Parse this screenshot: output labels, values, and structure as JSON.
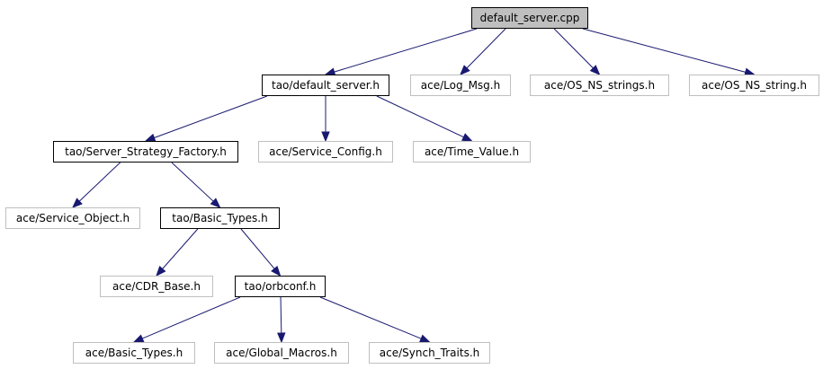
{
  "graph": {
    "nodes": {
      "default_server_cpp": {
        "label": "default_server.cpp",
        "kind": "root"
      },
      "tao_default_server_h": {
        "label": "tao/default_server.h",
        "kind": "doc"
      },
      "ace_log_msg_h": {
        "label": "ace/Log_Msg.h",
        "kind": "ext"
      },
      "ace_os_ns_strings_h": {
        "label": "ace/OS_NS_strings.h",
        "kind": "ext"
      },
      "ace_os_ns_string_h": {
        "label": "ace/OS_NS_string.h",
        "kind": "ext"
      },
      "tao_server_strategy_factory_h": {
        "label": "tao/Server_Strategy_Factory.h",
        "kind": "doc"
      },
      "ace_service_config_h": {
        "label": "ace/Service_Config.h",
        "kind": "ext"
      },
      "ace_time_value_h": {
        "label": "ace/Time_Value.h",
        "kind": "ext"
      },
      "ace_service_object_h": {
        "label": "ace/Service_Object.h",
        "kind": "ext"
      },
      "tao_basic_types_h": {
        "label": "tao/Basic_Types.h",
        "kind": "doc"
      },
      "ace_cdr_base_h": {
        "label": "ace/CDR_Base.h",
        "kind": "ext"
      },
      "tao_orbconf_h": {
        "label": "tao/orbconf.h",
        "kind": "doc"
      },
      "ace_basic_types_h": {
        "label": "ace/Basic_Types.h",
        "kind": "ext"
      },
      "ace_global_macros_h": {
        "label": "ace/Global_Macros.h",
        "kind": "ext"
      },
      "ace_synch_traits_h": {
        "label": "ace/Synch_Traits.h",
        "kind": "ext"
      }
    },
    "edges": [
      [
        "default_server_cpp",
        "tao_default_server_h"
      ],
      [
        "default_server_cpp",
        "ace_log_msg_h"
      ],
      [
        "default_server_cpp",
        "ace_os_ns_strings_h"
      ],
      [
        "default_server_cpp",
        "ace_os_ns_string_h"
      ],
      [
        "tao_default_server_h",
        "tao_server_strategy_factory_h"
      ],
      [
        "tao_default_server_h",
        "ace_service_config_h"
      ],
      [
        "tao_default_server_h",
        "ace_time_value_h"
      ],
      [
        "tao_server_strategy_factory_h",
        "ace_service_object_h"
      ],
      [
        "tao_server_strategy_factory_h",
        "tao_basic_types_h"
      ],
      [
        "tao_basic_types_h",
        "ace_cdr_base_h"
      ],
      [
        "tao_basic_types_h",
        "tao_orbconf_h"
      ],
      [
        "tao_orbconf_h",
        "ace_basic_types_h"
      ],
      [
        "tao_orbconf_h",
        "ace_global_macros_h"
      ],
      [
        "tao_orbconf_h",
        "ace_synch_traits_h"
      ]
    ],
    "colors": {
      "edge": "#191970",
      "root_fill": "#bfbfbf",
      "documented_border": "#000000",
      "external_border": "#bfbfbf"
    }
  }
}
